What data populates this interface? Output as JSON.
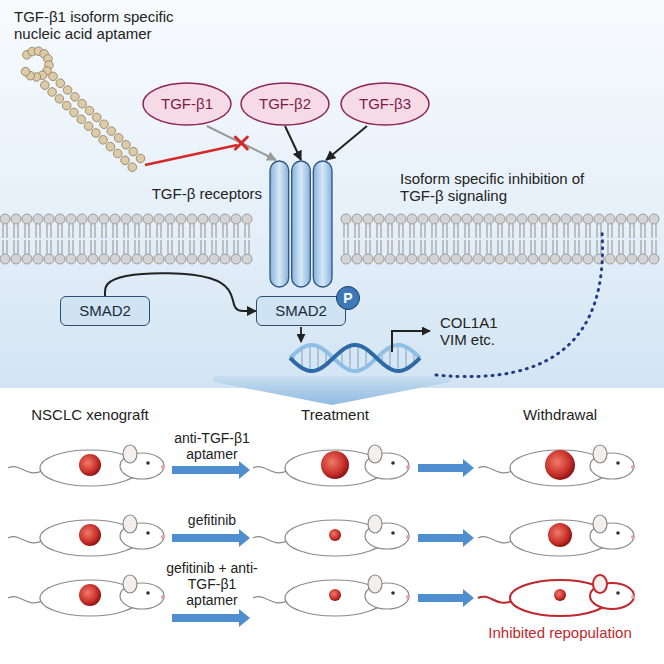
{
  "diagram": {
    "nodes": [
      {
        "text": [
          "TGF-β1"
        ]
      },
      {
        "text": [
          "TGF-β2"
        ]
      },
      {
        "text": [
          "TGF-β3"
        ]
      },
      {
        "text": [
          "TGF-β receptors"
        ]
      },
      {
        "text": [
          "SMAD2"
        ]
      },
      {
        "text": [
          "SMAD2"
        ]
      },
      {
        "text": [
          "P"
        ]
      }
    ],
    "edges": [
      {
        "from": 0,
        "to": 3,
        "arrow": "to"
      },
      {
        "from": 1,
        "to": 3,
        "arrow": "to"
      },
      {
        "from": 2,
        "to": 3,
        "arrow": "to"
      },
      {
        "from": 4,
        "to": 5,
        "arrow": "to"
      }
    ],
    "labels": [
      "TGF-β1 isoform specific nucleic acid aptamer",
      "Isoform specific inhibition of TGF-β signaling",
      "COL1A1 VIM etc.",
      "NSCLC xenograft",
      "Treatment",
      "Withdrawal",
      "anti-TGF-β1 aptamer",
      "gefitinib",
      "gefitinib + anti-TGF-β1 aptamer",
      "Inhibited repopulation"
    ]
  }
}
